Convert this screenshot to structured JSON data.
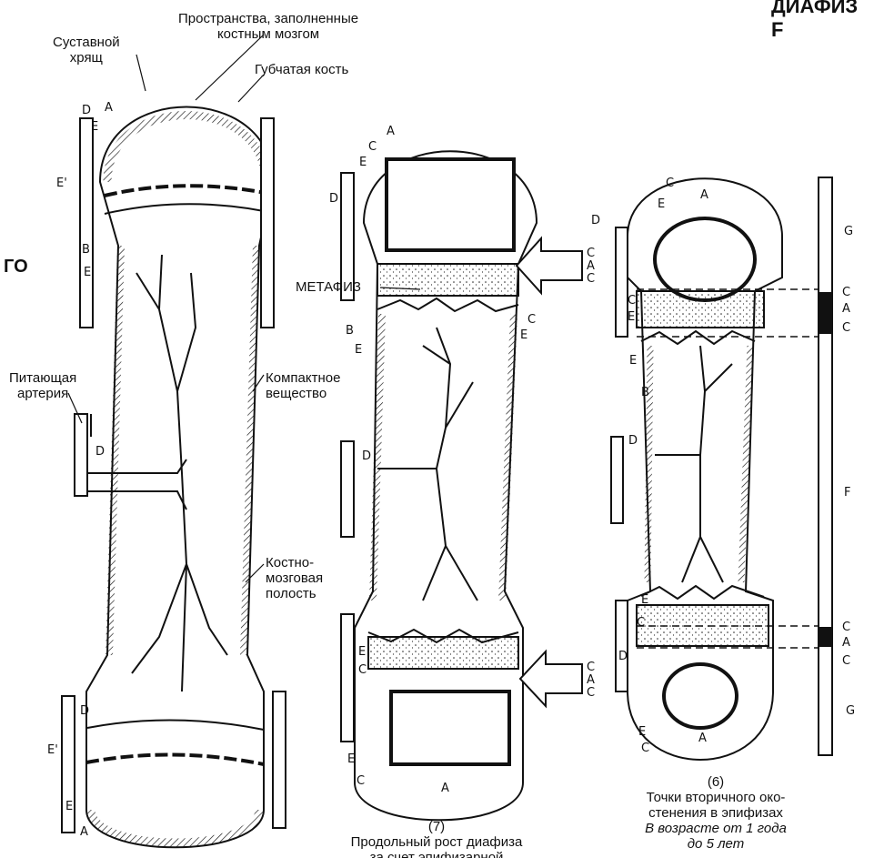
{
  "header": {
    "corner_title": "ДИАФИЗ F",
    "left_edge_fragment": "ГО"
  },
  "labels": {
    "marrow_spaces": "Пространства, заполненные\nкостным мозгом",
    "articular_cartilage": "Суставной\nхрящ",
    "spongy_bone": "Губчатая кость",
    "metaphysis": "МЕТАФИЗ",
    "nutrient_artery": "Питающая\nартерия",
    "compact_bone": "Компактное\nвещество",
    "marrow_cavity": "Костно-\nмозговая\nполость"
  },
  "captions": {
    "fig6_number": "(6)",
    "fig6_line1": "Точки вторичного око-",
    "fig6_line2": "стенения в эпифизах",
    "fig6_line3": "В возрасте от 1 года",
    "fig6_line4": "до 5 лет",
    "fig7_number": "(7)",
    "fig7_line1": "Продольный рост диафиза",
    "fig7_line2": "за счет эпифизарной"
  },
  "letters": {
    "A": "A",
    "B": "B",
    "C": "C",
    "D": "D",
    "E": "E",
    "E1": "E'",
    "F": "F",
    "G": "G"
  },
  "colors": {
    "ink": "#111111",
    "paper": "#ffffff"
  }
}
